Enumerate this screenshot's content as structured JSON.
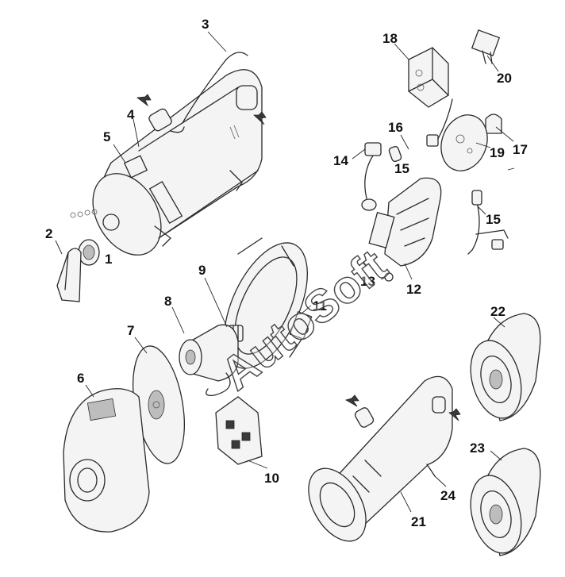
{
  "watermark": "AutoSoft",
  "part_labels": {
    "p1": "1",
    "p2": "2",
    "p3": "3",
    "p4": "4",
    "p5": "5",
    "p6": "6",
    "p7": "7",
    "p8": "8",
    "p9": "9",
    "p10": "10",
    "p11": "11",
    "p12": "12",
    "p13": "13",
    "p14": "14",
    "p15a": "15",
    "p15b": "15",
    "p16": "16",
    "p17": "17",
    "p18": "18",
    "p19": "19",
    "p20": "20",
    "p21": "21",
    "p22": "22",
    "p23": "23",
    "p24": "24"
  }
}
